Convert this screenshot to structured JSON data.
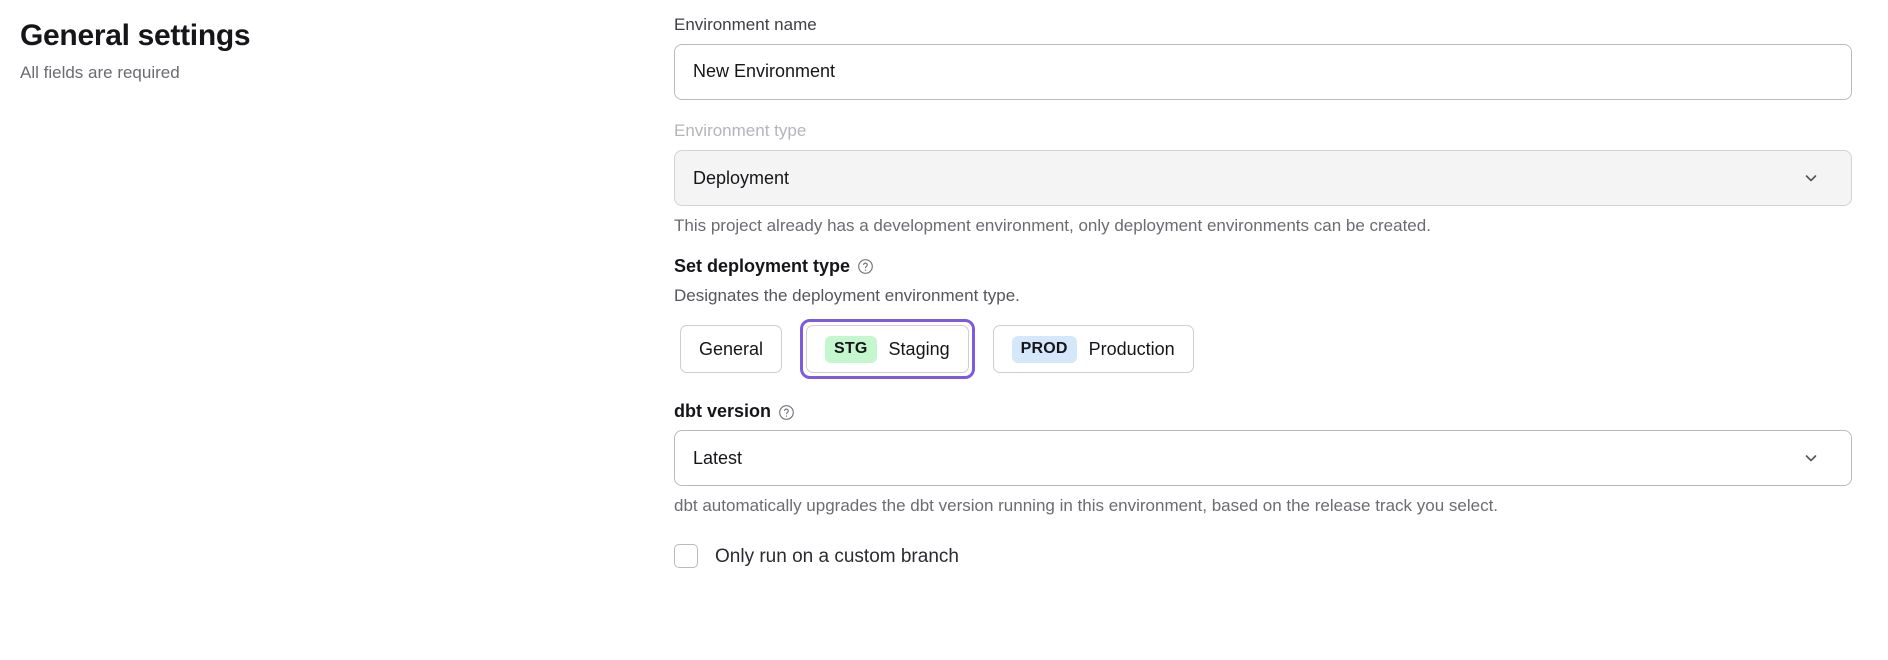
{
  "header": {
    "title": "General settings",
    "subtitle": "All fields are required"
  },
  "form": {
    "environment_name": {
      "label": "Environment name",
      "value": "New Environment",
      "placeholder": "Environment name"
    },
    "environment_type": {
      "label": "Environment type",
      "value": "Deployment",
      "help_text": "This project already has a development environment, only deployment environments can be created.",
      "chevron_icon": "chevron-down-icon",
      "disabled": true
    },
    "deployment_type": {
      "label": "Set deployment type",
      "help_icon": "help-circle-icon",
      "description": "Designates the deployment environment type.",
      "options": [
        {
          "badge": "",
          "label": "General",
          "selected": false,
          "badge_color": ""
        },
        {
          "badge": "STG",
          "label": "Staging",
          "selected": true,
          "badge_color": "#c4f7cd"
        },
        {
          "badge": "PROD",
          "label": "Production",
          "selected": false,
          "badge_color": "#d5e7fb"
        }
      ],
      "focus_ring_color": "#7c5cdd"
    },
    "dbt_version": {
      "label": "dbt version",
      "help_icon": "help-circle-icon",
      "value": "Latest",
      "chevron_icon": "chevron-down-icon",
      "help_text": "dbt automatically upgrades the dbt version running in this environment, based on the release track you select."
    },
    "custom_branch": {
      "label": "Only run on a custom branch",
      "checked": false
    }
  }
}
